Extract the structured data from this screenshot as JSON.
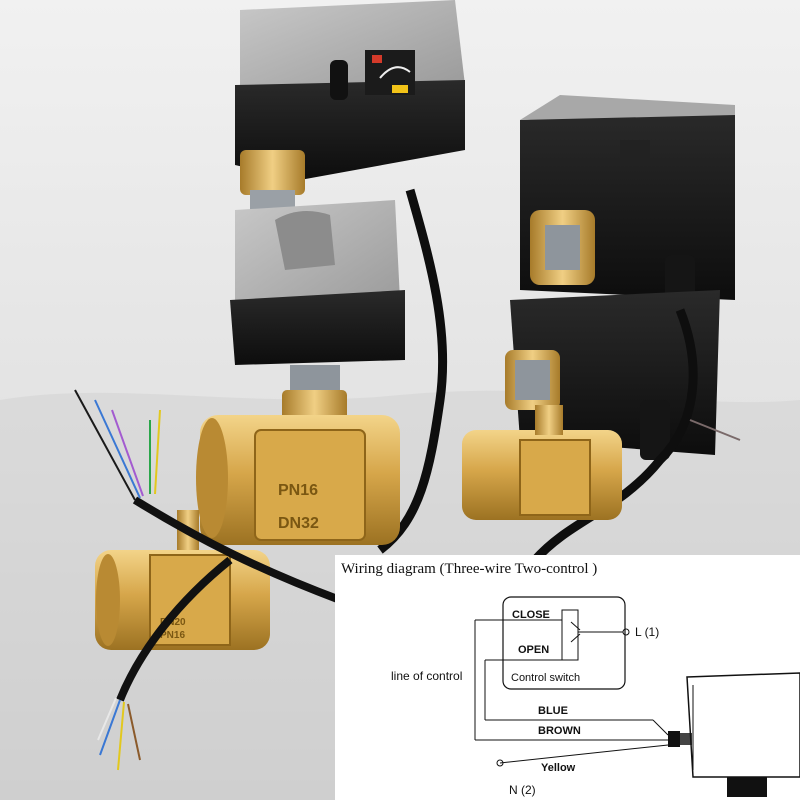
{
  "photo": {
    "subject": "motorized brass ball valves with electric actuators",
    "valve_markings": [
      "PN16",
      "DN32",
      "DN20",
      "PN16"
    ]
  },
  "wiring_diagram": {
    "title": "Wiring diagram (Three-wire Two-control )",
    "labels": {
      "close": "CLOSE",
      "open": "OPEN",
      "l1": "L (1)",
      "control_switch": "Control switch",
      "line_of_control": "line of control",
      "blue": "BLUE",
      "brown": "BROWN",
      "yellow": "Yellow",
      "n2": "N (2)"
    }
  }
}
